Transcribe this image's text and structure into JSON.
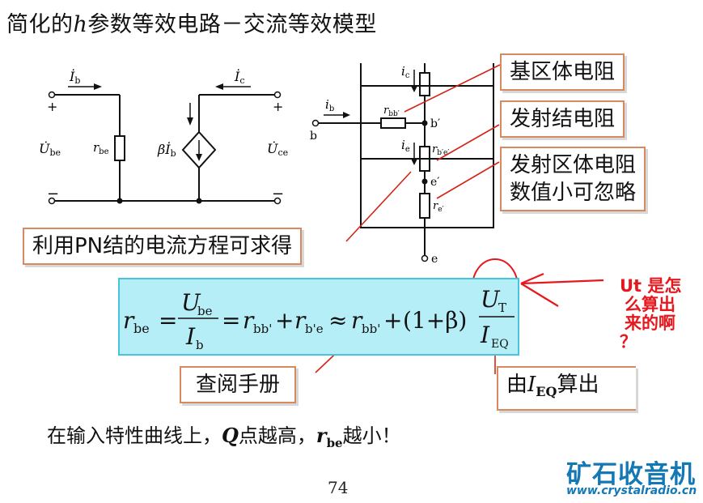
{
  "title": {
    "prefix": "简化的",
    "var": "h",
    "suffix": "参数等效电路－交流等效模型"
  },
  "left_circuit": {
    "ib": "İ",
    "ib_sub": "b",
    "ic": "İ",
    "ic_sub": "c",
    "ube": "U̇",
    "ube_sub": "be",
    "uce": "U̇",
    "uce_sub": "ce",
    "rbe": "r",
    "rbe_sub": "be",
    "beta_ib": "βİ",
    "beta_ib_sub": "b",
    "plus": "+",
    "minus": "−"
  },
  "right_circuit": {
    "ic": "i",
    "ic_sub": "c",
    "ib": "i",
    "ib_sub": "b",
    "b_terminal": "b",
    "rbb": "r",
    "rbb_sub": "bb′",
    "b_prime": "b′",
    "ie": "i",
    "ie_sub": "e",
    "rbe_prime": "r",
    "rbe_prime_sub": "b′e′",
    "e_prime": "e′",
    "re": "r",
    "re_sub": "e′",
    "e_terminal": "e"
  },
  "callouts": {
    "base_resistance": "基区体电阻",
    "emitter_junction": "发射结电阻",
    "emitter_region_1": "发射区体电阻",
    "emitter_region_2": "数值小可忽略",
    "pn_equation": "利用PN结的电流方程可求得",
    "handbook": "查阅手册",
    "by_ieq_prefix": "由",
    "by_ieq_var": "I",
    "by_ieq_sub": "EQ",
    "by_ieq_suffix": "算出"
  },
  "formula": {
    "r": "r",
    "be": "be",
    "eq": "=",
    "U": "U",
    "I": "I",
    "b": "b",
    "plus": "+",
    "bb": "bb'",
    "be2": "b'e",
    "approx": "≈",
    "one_plus_beta": "(1+β)",
    "T": "T",
    "EQ": "EQ"
  },
  "note": {
    "line1": "Ut 是怎",
    "line2": "么算出",
    "line3": "来的啊",
    "line4": "？"
  },
  "bottom": {
    "part1": "在输入特性曲线上，",
    "q": "Q",
    "part2": "点越高，",
    "r": "r",
    "r_sub": "be",
    "part3": "越小！"
  },
  "page_number": "74",
  "watermark": {
    "logo": "矿石收音机",
    "url": "www.crystalradio.cn"
  }
}
